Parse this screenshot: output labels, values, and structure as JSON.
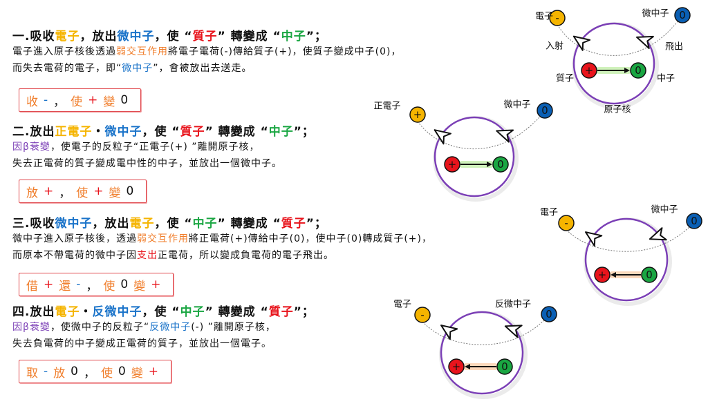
{
  "colors": {
    "electron": "#f5b400",
    "neutrino": "#0a5fb4",
    "proton": "#e8141c",
    "neutron": "#1aa642",
    "nucleus_ring": "#7b3fb6",
    "memo_border": "#e0474c",
    "memo_text": "#f07d2a"
  },
  "sections": [
    {
      "heading": [
        {
          "t": "一.吸收",
          "c": "black"
        },
        {
          "t": "電子",
          "c": "yellow"
        },
        {
          "t": "，放出",
          "c": "black"
        },
        {
          "t": "微中子",
          "c": "blue"
        },
        {
          "t": "，使 “",
          "c": "black"
        },
        {
          "t": "質子",
          "c": "red"
        },
        {
          "t": "” 轉變成 “",
          "c": "black"
        },
        {
          "t": "中子",
          "c": "green"
        },
        {
          "t": "”；",
          "c": "black"
        }
      ],
      "lines": [
        [
          {
            "t": "電子進入原子核後透過",
            "c": "black"
          },
          {
            "t": "弱交互作用",
            "c": "orange"
          },
          {
            "t": "將電子電荷(-)傳給質子(+)，使質子變成中子(0)，",
            "c": "black"
          }
        ],
        [
          {
            "t": "而失去電荷的電子，即“",
            "c": "black"
          },
          {
            "t": "微中子",
            "c": "blue"
          },
          {
            "t": "”，會被放出去送走。",
            "c": "black"
          }
        ]
      ],
      "memo": [
        {
          "t": "收",
          "c": "orange"
        },
        {
          "t": "-",
          "c": "blue"
        },
        {
          "t": "，",
          "c": "black"
        },
        {
          "t": "使",
          "c": "orange"
        },
        {
          "t": "+",
          "c": "red"
        },
        {
          "t": "變",
          "c": "orange"
        },
        {
          "t": "0",
          "c": "black"
        }
      ]
    },
    {
      "heading": [
        {
          "t": "二.放出",
          "c": "black"
        },
        {
          "t": "正電子",
          "c": "yellow"
        },
        {
          "t": "・",
          "c": "black"
        },
        {
          "t": "微中子",
          "c": "blue"
        },
        {
          "t": "，使 “",
          "c": "black"
        },
        {
          "t": "質子",
          "c": "red"
        },
        {
          "t": "” 轉變成 “",
          "c": "black"
        },
        {
          "t": "中子",
          "c": "green"
        },
        {
          "t": "”；",
          "c": "black"
        }
      ],
      "lines": [
        [
          {
            "t": "因β衰變",
            "c": "purple"
          },
          {
            "t": "，使電子的反粒子“正電子(+) ”離開原子核，",
            "c": "black"
          }
        ],
        [
          {
            "t": "失去正電荷的質子變成電中性的中子，並放出一個微中子。",
            "c": "black"
          }
        ]
      ],
      "memo": [
        {
          "t": "放",
          "c": "orange"
        },
        {
          "t": "+",
          "c": "red"
        },
        {
          "t": "，",
          "c": "black"
        },
        {
          "t": "使",
          "c": "orange"
        },
        {
          "t": "+",
          "c": "red"
        },
        {
          "t": "變",
          "c": "orange"
        },
        {
          "t": "0",
          "c": "black"
        }
      ]
    },
    {
      "heading": [
        {
          "t": "三.吸收",
          "c": "black"
        },
        {
          "t": "微中子",
          "c": "blue"
        },
        {
          "t": "，放出",
          "c": "black"
        },
        {
          "t": "電子",
          "c": "yellow"
        },
        {
          "t": "，使 “",
          "c": "black"
        },
        {
          "t": "中子",
          "c": "green"
        },
        {
          "t": "” 轉變成 “",
          "c": "black"
        },
        {
          "t": "質子",
          "c": "red"
        },
        {
          "t": "”；",
          "c": "black"
        }
      ],
      "lines": [
        [
          {
            "t": "微中子進入原子核後，透過",
            "c": "black"
          },
          {
            "t": "弱交互作用",
            "c": "orange"
          },
          {
            "t": "將正電荷(+)傳給中子(0)，使中子(0)轉成質子(+)，",
            "c": "black"
          }
        ],
        [
          {
            "t": "而原本不帶電荷的微中子因",
            "c": "black"
          },
          {
            "t": "支出",
            "c": "red"
          },
          {
            "t": "正電荷，所以變成負電荷的電子飛出。",
            "c": "black"
          }
        ]
      ],
      "memo": [
        {
          "t": "借",
          "c": "orange"
        },
        {
          "t": "+",
          "c": "red"
        },
        {
          "t": "還",
          "c": "orange"
        },
        {
          "t": "-",
          "c": "blue"
        },
        {
          "t": "，",
          "c": "black"
        },
        {
          "t": "使",
          "c": "orange"
        },
        {
          "t": "0",
          "c": "black"
        },
        {
          "t": "變",
          "c": "orange"
        },
        {
          "t": "+",
          "c": "red"
        }
      ]
    },
    {
      "heading": [
        {
          "t": "四.放出",
          "c": "black"
        },
        {
          "t": "電子",
          "c": "yellow"
        },
        {
          "t": "・",
          "c": "black"
        },
        {
          "t": "反微中子",
          "c": "blue"
        },
        {
          "t": "，使 “",
          "c": "black"
        },
        {
          "t": "中子",
          "c": "green"
        },
        {
          "t": "” 轉變成 “",
          "c": "black"
        },
        {
          "t": "質子",
          "c": "red"
        },
        {
          "t": "”；",
          "c": "black"
        }
      ],
      "lines": [
        [
          {
            "t": "因β衰變",
            "c": "purple"
          },
          {
            "t": "，使微中子的反粒子“",
            "c": "black"
          },
          {
            "t": "反微中子",
            "c": "blue"
          },
          {
            "t": "(-) ”離開原子核，",
            "c": "black"
          }
        ],
        [
          {
            "t": "失去負電荷的中子變成正電荷的質子，並放出一個電子。",
            "c": "black"
          }
        ]
      ],
      "memo": [
        {
          "t": "取",
          "c": "orange"
        },
        {
          "t": "-",
          "c": "blue"
        },
        {
          "t": "放",
          "c": "orange"
        },
        {
          "t": "0",
          "c": "black"
        },
        {
          "t": "，",
          "c": "black"
        },
        {
          "t": "使",
          "c": "orange"
        },
        {
          "t": "0",
          "c": "black"
        },
        {
          "t": "變",
          "c": "orange"
        },
        {
          "t": "+",
          "c": "red"
        }
      ]
    }
  ],
  "diagrams": [
    {
      "left_particle": {
        "label": "電子",
        "symbol": "-"
      },
      "right_particle": {
        "label": "微中子",
        "symbol": "0"
      },
      "inner_left": {
        "symbol": "+",
        "label": "質子"
      },
      "inner_right": {
        "symbol": "0",
        "label": "中子"
      },
      "arrow_direction": "right",
      "in_label": "入射",
      "out_label": "飛出",
      "nucleus_label": "原子核"
    },
    {
      "left_particle": {
        "label": "正電子",
        "symbol": "+"
      },
      "right_particle": {
        "label": "微中子",
        "symbol": "0"
      },
      "inner_left": {
        "symbol": "+"
      },
      "inner_right": {
        "symbol": "0"
      },
      "arrow_direction": "right"
    },
    {
      "left_particle": {
        "label": "電子",
        "symbol": "-"
      },
      "right_particle": {
        "label": "微中子",
        "symbol": "0"
      },
      "inner_left": {
        "symbol": "+"
      },
      "inner_right": {
        "symbol": "0"
      },
      "arrow_direction": "left"
    },
    {
      "left_particle": {
        "label": "電子",
        "symbol": "-"
      },
      "right_particle": {
        "label": "反微中子",
        "symbol": "0"
      },
      "inner_left": {
        "symbol": "+"
      },
      "inner_right": {
        "symbol": "0"
      },
      "arrow_direction": "left"
    }
  ]
}
